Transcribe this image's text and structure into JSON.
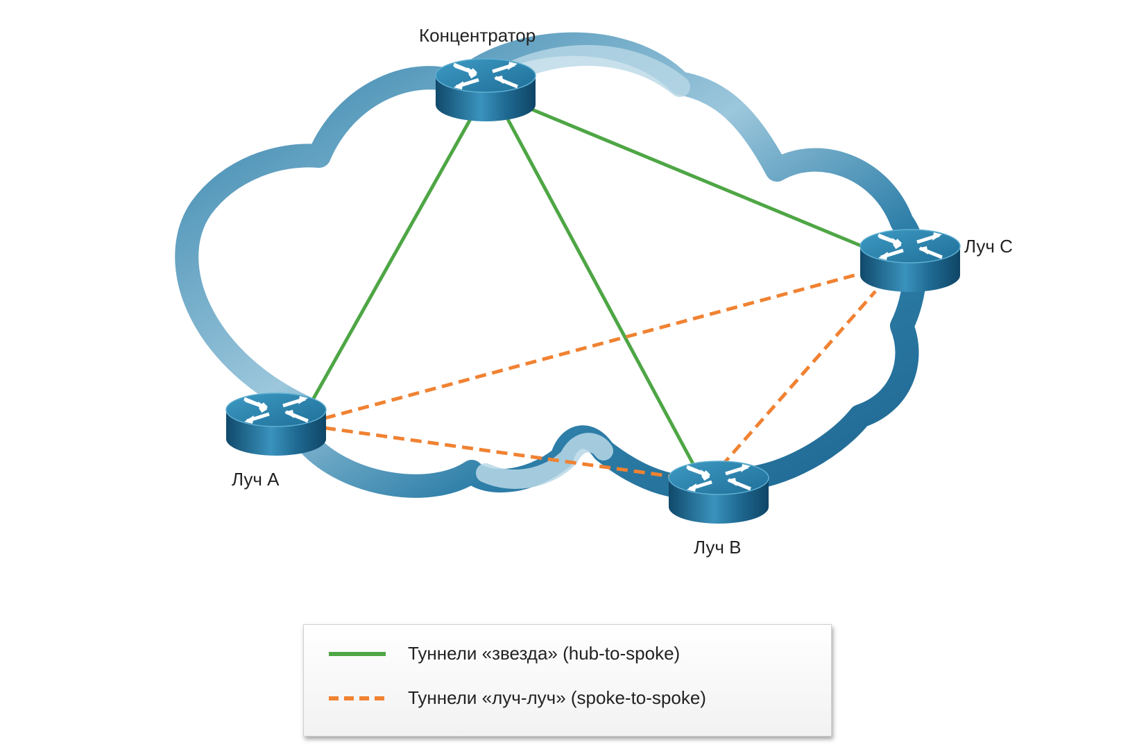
{
  "nodes": {
    "hub": {
      "label": "Концентратор",
      "icon": "router-icon"
    },
    "spoke_a": {
      "label": "Луч A",
      "icon": "router-icon"
    },
    "spoke_b": {
      "label": "Луч B",
      "icon": "router-icon"
    },
    "spoke_c": {
      "label": "Луч C",
      "icon": "router-icon"
    }
  },
  "cloud": {
    "icon": "network-cloud-icon",
    "color": "#2e7aa3",
    "light_color": "#b9d8e6"
  },
  "tunnels": {
    "hub_to_spoke": {
      "color": "#4ea645",
      "style": "solid",
      "links": [
        [
          "hub",
          "spoke_a"
        ],
        [
          "hub",
          "spoke_b"
        ],
        [
          "hub",
          "spoke_c"
        ]
      ]
    },
    "spoke_to_spoke": {
      "color": "#f08232",
      "style": "dashed",
      "links": [
        [
          "spoke_a",
          "spoke_c"
        ],
        [
          "spoke_a",
          "spoke_b"
        ],
        [
          "spoke_b",
          "spoke_c"
        ]
      ]
    }
  },
  "legend": {
    "hub_to_spoke": "Туннели «звезда» (hub-to-spoke)",
    "spoke_to_spoke": "Туннели «луч-луч» (spoke-to-spoke)"
  },
  "router_colors": {
    "top": "#2f8ab3",
    "side": "#1a5f86",
    "arrow": "#ffffff"
  }
}
